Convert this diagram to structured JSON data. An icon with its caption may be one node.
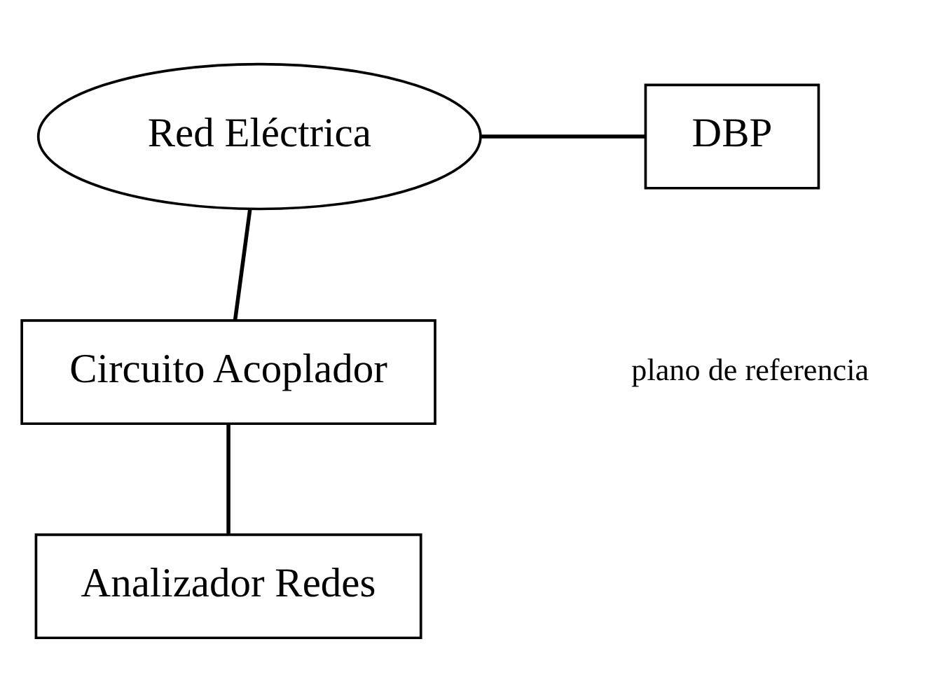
{
  "diagram": {
    "nodes": [
      {
        "text": [
          "Red Eléctrica"
        ]
      },
      {
        "text": [
          "DBP"
        ]
      },
      {
        "text": [
          "Circuito Acoplador"
        ]
      },
      {
        "text": [
          "Analizador Redes"
        ]
      }
    ],
    "edges": [
      {
        "from": 0,
        "to": 1,
        "arrow": "none"
      },
      {
        "from": 0,
        "to": 2,
        "arrow": "none"
      },
      {
        "from": 2,
        "to": 3,
        "arrow": "none"
      }
    ],
    "labels": [
      "plano de referencia"
    ]
  }
}
